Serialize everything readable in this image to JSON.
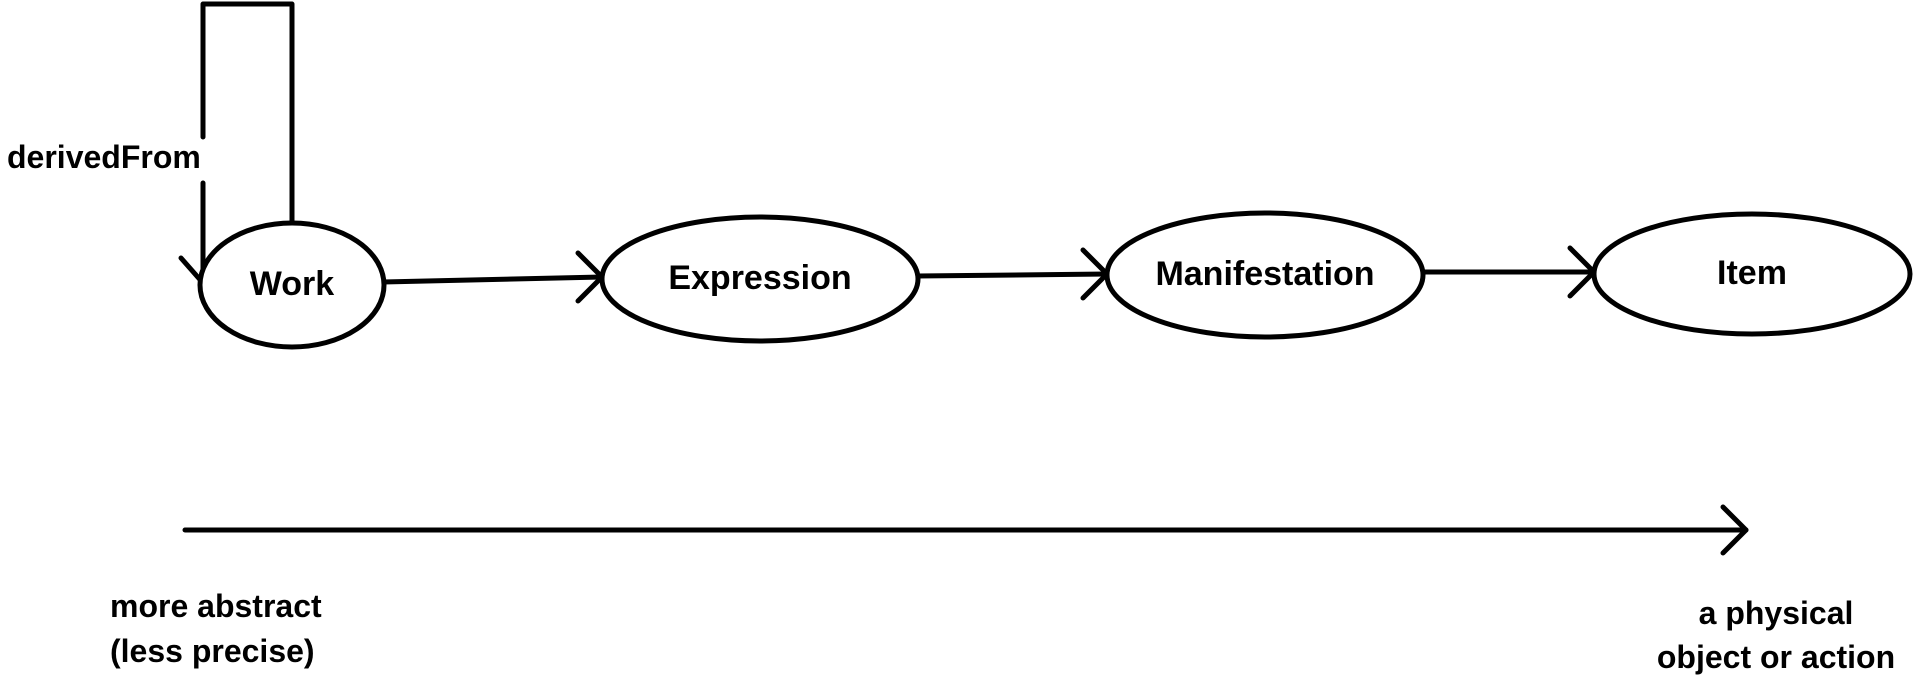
{
  "diagram": {
    "nodes": {
      "work": "Work",
      "expression": "Expression",
      "manifestation": "Manifestation",
      "item": "Item"
    },
    "self_loop_label": "derivedFrom",
    "scale": {
      "left_line1": "more abstract",
      "left_line2": "(less precise)",
      "right_line1": "a physical",
      "right_line2": "object or action"
    },
    "colors": {
      "stroke": "#000000",
      "background": "#ffffff"
    }
  }
}
